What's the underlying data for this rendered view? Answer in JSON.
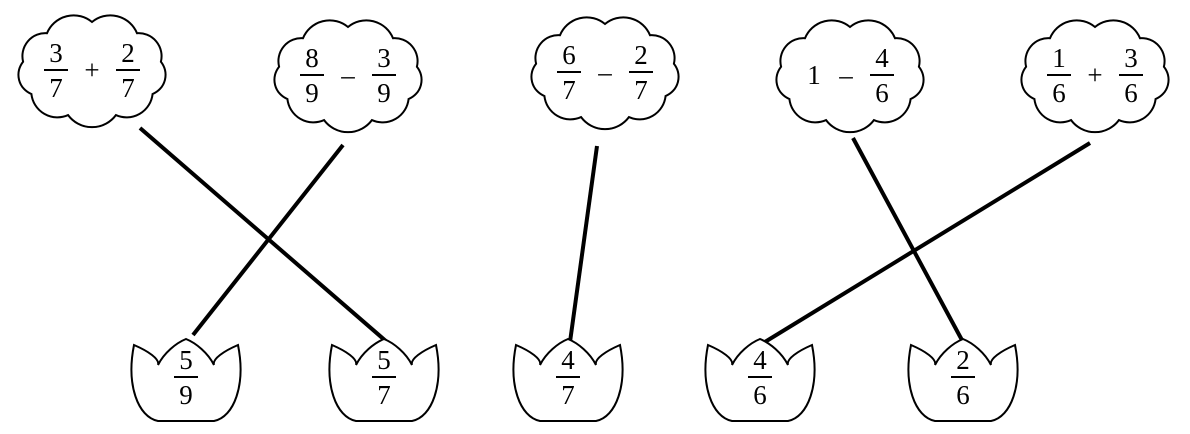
{
  "clouds": [
    {
      "terms": [
        {
          "num": "3",
          "den": "7"
        },
        {
          "op": "+"
        },
        {
          "num": "2",
          "den": "7"
        }
      ]
    },
    {
      "terms": [
        {
          "num": "8",
          "den": "9"
        },
        {
          "op": "–"
        },
        {
          "num": "3",
          "den": "9"
        }
      ]
    },
    {
      "terms": [
        {
          "num": "6",
          "den": "7"
        },
        {
          "op": "–"
        },
        {
          "num": "2",
          "den": "7"
        }
      ]
    },
    {
      "terms": [
        {
          "whole": "1"
        },
        {
          "op": "–"
        },
        {
          "num": "4",
          "den": "6"
        }
      ]
    },
    {
      "terms": [
        {
          "num": "1",
          "den": "6"
        },
        {
          "op": "+"
        },
        {
          "num": "3",
          "den": "6"
        }
      ]
    }
  ],
  "tulips": [
    {
      "num": "5",
      "den": "9"
    },
    {
      "num": "5",
      "den": "7"
    },
    {
      "num": "4",
      "den": "7"
    },
    {
      "num": "4",
      "den": "6"
    },
    {
      "num": "2",
      "den": "6"
    }
  ],
  "connections": [
    {
      "cloud": 0,
      "tulip": 1
    },
    {
      "cloud": 1,
      "tulip": 0
    },
    {
      "cloud": 2,
      "tulip": 2
    },
    {
      "cloud": 3,
      "tulip": 4
    },
    {
      "cloud": 4,
      "tulip": 3
    }
  ]
}
